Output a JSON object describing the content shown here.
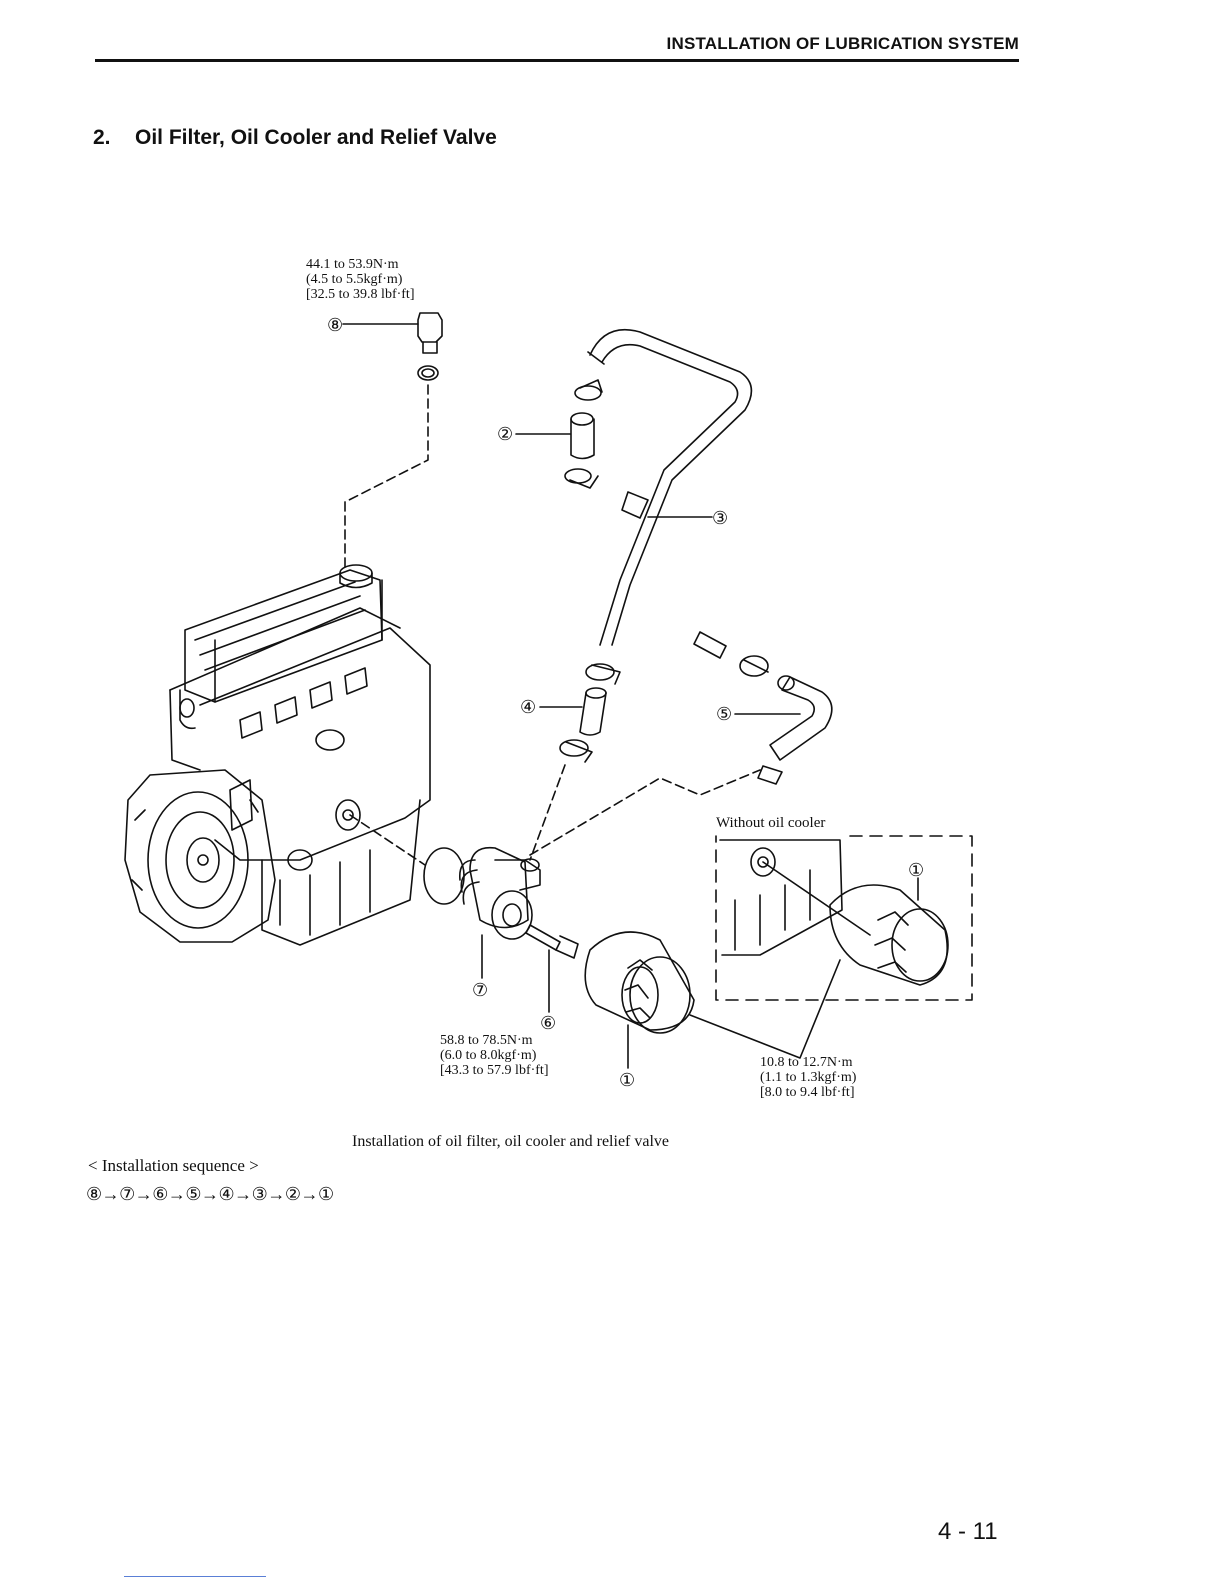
{
  "header": {
    "title": "INSTALLATION OF LUBRICATION SYSTEM"
  },
  "section": {
    "number": "2.",
    "title": "Oil Filter, Oil Cooler and Relief Valve"
  },
  "figure": {
    "torque_relief_valve": [
      "44.1 to 53.9N·m",
      "(4.5 to 5.5kgf·m)",
      "[32.5 to 39.8 lbf·ft]"
    ],
    "torque_bolt": [
      "58.8 to 78.5N·m",
      "(6.0 to 8.0kgf·m)",
      "[43.3 to 57.9 lbf·ft]"
    ],
    "torque_filter": [
      "10.8 to 12.7N·m",
      "(1.1 to 1.3kgf·m)",
      "[8.0 to 9.4 lbf·ft]"
    ],
    "inset_label": "Without oil cooler",
    "callouts": {
      "c1": "①",
      "c2": "②",
      "c3": "③",
      "c4": "④",
      "c5": "⑤",
      "c6": "⑥",
      "c7": "⑦",
      "c8": "⑧"
    },
    "caption": "Installation of oil filter, oil cooler and relief valve"
  },
  "sequence": {
    "label": "< Installation sequence >",
    "steps": "⑧→⑦→⑥→⑤→④→③→②→①"
  },
  "footer": {
    "page_number": "4 - 11"
  }
}
